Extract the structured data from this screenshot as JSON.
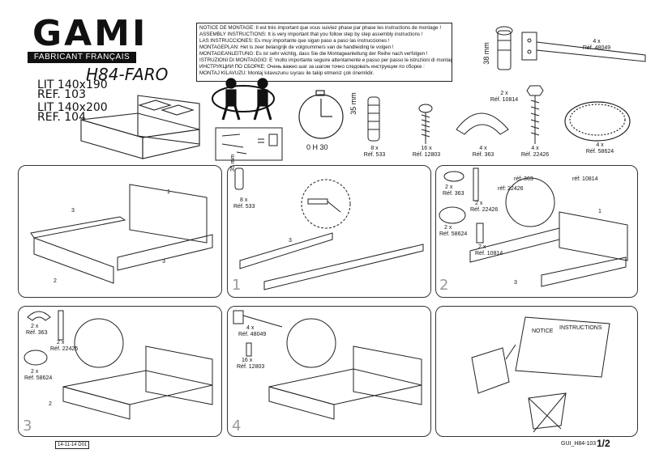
{
  "brand": {
    "logo": "GAMI",
    "tagline": "FABRICANT FRANÇAIS"
  },
  "product": {
    "model": "H84-FARO",
    "size1": "LIT 140x190",
    "ref1": "REF. 103",
    "size2": "LIT 140x200",
    "ref2": "REF. 104"
  },
  "notice": [
    "NOTICE DE MONTAGE: Il est très important que vous suiviez phase par phase les instructions de montage !",
    "ASSEMBLY INSTRUCTIONS: It is very important that you follow step by step assembly instructions !",
    "LAS INSTRUCCIONES: Es muy importante que sigan paso a paso las instrucciones !",
    "MONTAGEPLAN: Het is zeer belangrijk de volgnummers van de handleiding te volgen !",
    "MONTAGEANLEITUNG: Es ist sehr wichtig, dass Sie die Montageanleitung der Reihe nach verfolgen !",
    "ISTRUZIONI DI MONTAGGIO: E 'molto importante seguire attentamente e passo per passo le istruzioni di montaggio!",
    "ИНСТРУКЦИИ ПО СБОРКЕ: Очень важно шаг за шагом точно следовать инструкции по сборке :",
    "MONTAJ KILAVUZU: Montaj kılavuzunu sıyrası ile takip etmeniz çok önemlidir."
  ],
  "time": "0 H 30",
  "dims": {
    "d35": "35 mm",
    "d38": "38 mm"
  },
  "hardware": [
    {
      "qty": "8 x",
      "ref": "Réf. 533"
    },
    {
      "qty": "16 x",
      "ref": "Réf. 12803"
    },
    {
      "qty": "4 x",
      "ref": "Réf. 363"
    },
    {
      "qty": "4 x",
      "ref": "Réf. 22426"
    },
    {
      "qty": "4 x",
      "ref": "Réf. 58624"
    },
    {
      "qty": "2 x",
      "ref": "Réf. 10814"
    },
    {
      "qty": "4 x",
      "ref": "Réf. 48049"
    }
  ],
  "steps": {
    "s1": {
      "num": "1",
      "dim": "35 mm",
      "qty": "8 x",
      "ref": "Réf. 533",
      "parts": [
        "1",
        "2",
        "3",
        "3",
        "3"
      ]
    },
    "s2": {
      "num": "2",
      "h1q": "2 x",
      "h1r": "Réf. 363",
      "h2q": "2 x",
      "h2r": "Réf. 22426",
      "h3q": "2 x",
      "h3r": "Réf. 58624",
      "h4q": "2 x",
      "h4r": "Réf. 10814",
      "c1": "réf: 363",
      "c2": "réf: 22426",
      "c3": "réf: 10814",
      "parts": [
        "1",
        "3"
      ]
    },
    "s3": {
      "num": "3",
      "h1q": "2 x",
      "h1r": "Réf. 363",
      "h2q": "2 x",
      "h2r": "Réf. 22426",
      "h3q": "2 x",
      "h3r": "Réf. 58624",
      "parts": [
        "2"
      ]
    },
    "s4": {
      "num": "4",
      "h1q": "4 x",
      "h1r": "Réf. 48049",
      "h2q": "16 x",
      "h2r": "Réf. 12803"
    },
    "s5": {
      "notice": "NOTICE",
      "instructions": "INSTRUCTIONS"
    }
  },
  "footer": {
    "date": "14-11-14",
    "version": "D01",
    "code": "GUI_H84-103",
    "page": "1/2"
  }
}
